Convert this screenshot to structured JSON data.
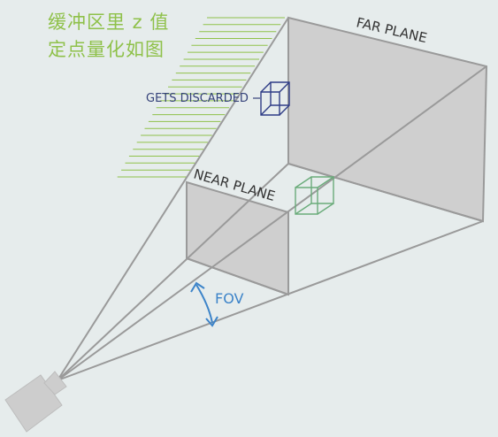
{
  "caption": {
    "line1": "缓冲区里 z 值",
    "line2": "定点量化如图"
  },
  "labels": {
    "far_plane": "FAR PLANE",
    "near_plane": "NEAR PLANE",
    "gets_discarded": "GETS DISCARDED",
    "fov": "FOV"
  },
  "colors": {
    "background": "#e6ecec",
    "caption": "#8fc14a",
    "hatch": "#8fc14a",
    "frustum_edge": "#9a9a9a",
    "plane_fill": "#cfcfcf",
    "discarded_cube": "#2f3d86",
    "kept_cube": "#6aab7a",
    "fov_arc": "#3d84c9",
    "camera": "#cdcdcd"
  },
  "icons": {
    "camera": "camera-icon",
    "discarded_object": "wireframe-cube-icon",
    "kept_object": "wireframe-cube-icon",
    "fov_arrow": "curved-double-arrow-icon"
  }
}
